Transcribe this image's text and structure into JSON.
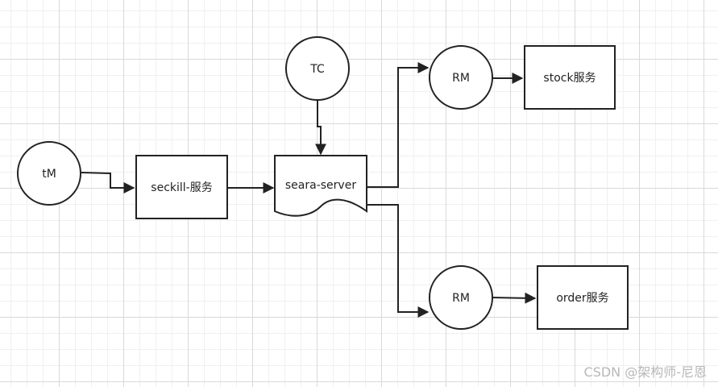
{
  "nodes": {
    "tm": "tM",
    "seckill": "seckill-服务",
    "tc": "TC",
    "seara": "seara-server",
    "rm_top": "RM",
    "stock": "stock服务",
    "rm_bottom": "RM",
    "order": "order服务"
  },
  "watermark": "CSDN @架构师-尼恩",
  "colors": {
    "stroke": "#222222",
    "node_fill": "#ffffff",
    "grid_major": "#d9d9d9",
    "grid_minor": "#f0f0f0",
    "watermark": "#b8b8b8"
  }
}
